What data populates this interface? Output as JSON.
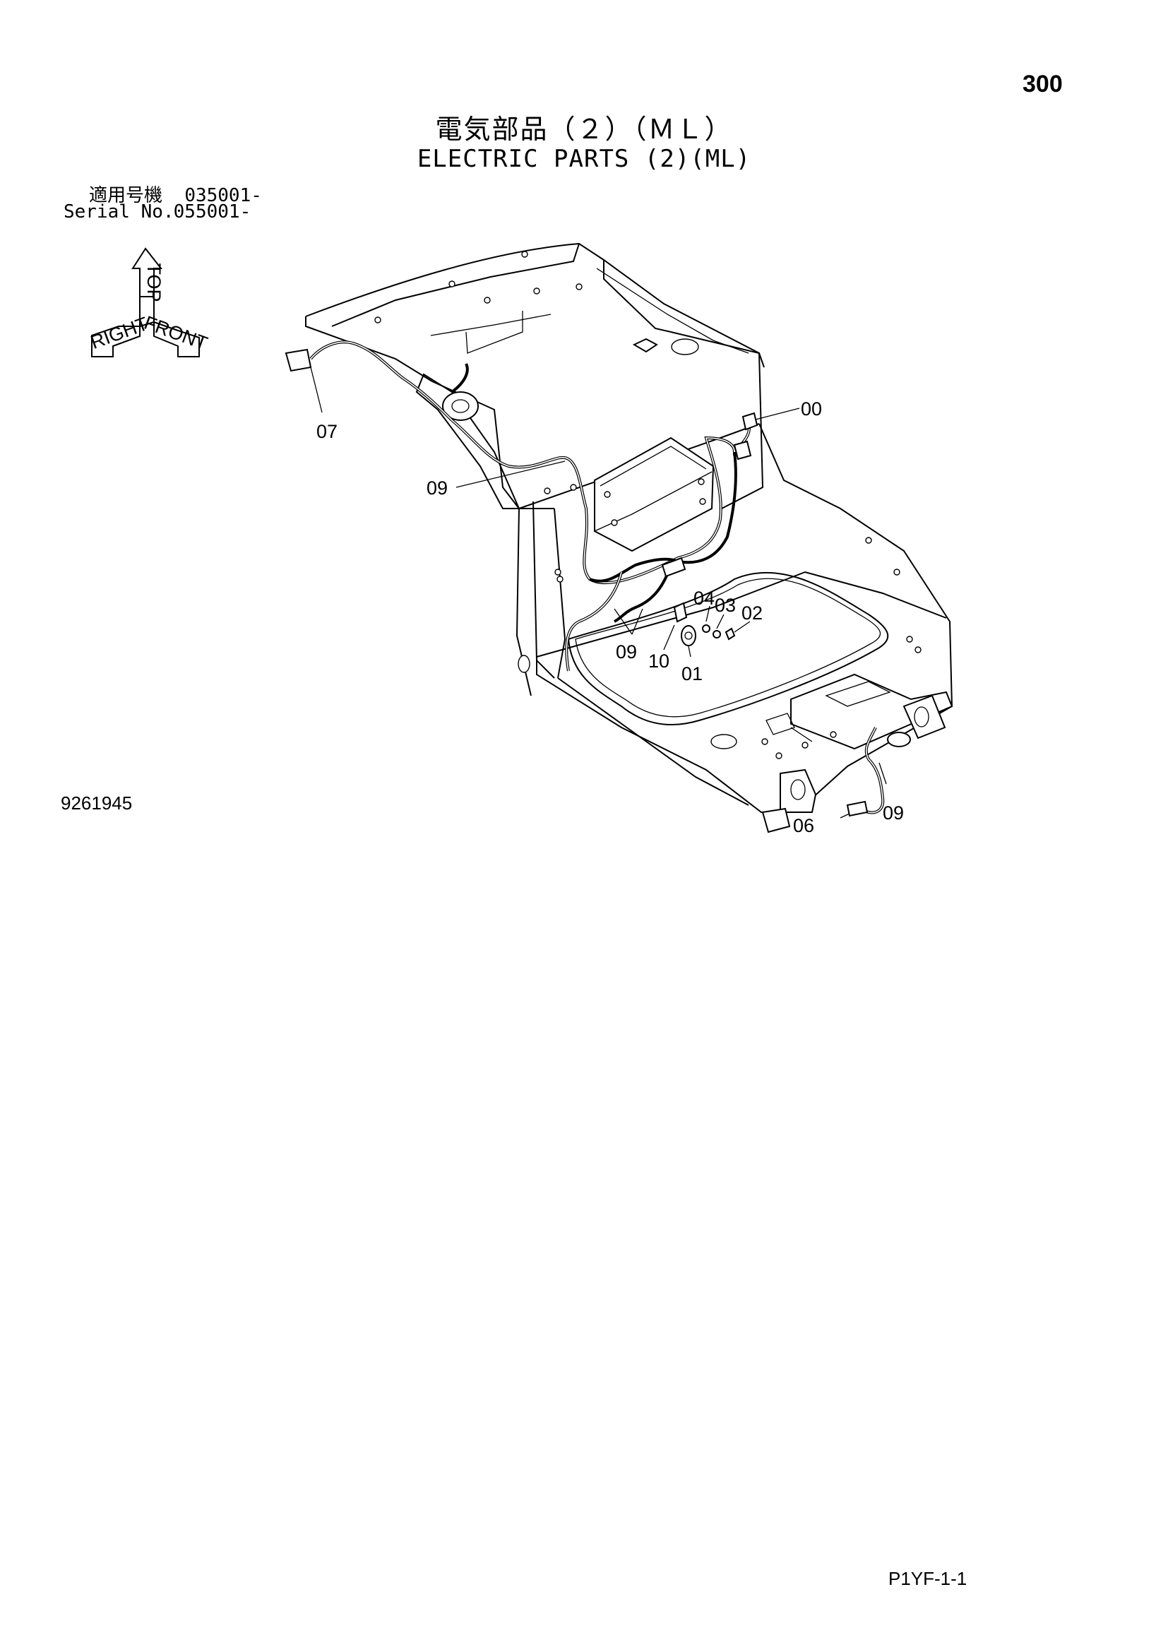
{
  "page_number": "300",
  "title_jp": "電気部品（２）（ＭＬ）",
  "title_en": "ELECTRIC PARTS (2)(ML)",
  "serial_rows": [
    {
      "label": "適用号機",
      "value": "035001-"
    },
    {
      "label": "Serial No.",
      "value": "055001-"
    }
  ],
  "orientation_icon": {
    "labels": [
      "TOP",
      "RIGHT",
      "FRONT"
    ]
  },
  "callouts": [
    "00",
    "07",
    "09",
    "04",
    "03",
    "02",
    "09",
    "10",
    "01",
    "09",
    "06"
  ],
  "drawing_number": "9261945",
  "catalog_code": "P1YF-1-1"
}
